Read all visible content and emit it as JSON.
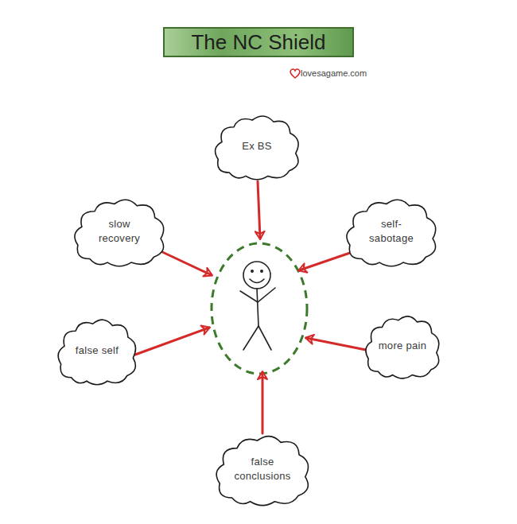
{
  "diagram": {
    "title": "The NC Shield",
    "nodes": [
      {
        "text": [
          "Ex BS"
        ]
      },
      {
        "text": [
          "slow recovery"
        ]
      },
      {
        "text": [
          "self-sabotage"
        ]
      },
      {
        "text": [
          "false self"
        ]
      },
      {
        "text": [
          "more pain"
        ]
      },
      {
        "text": [
          "false conclusions"
        ]
      }
    ],
    "labels": [
      "lovesagame.com"
    ]
  }
}
